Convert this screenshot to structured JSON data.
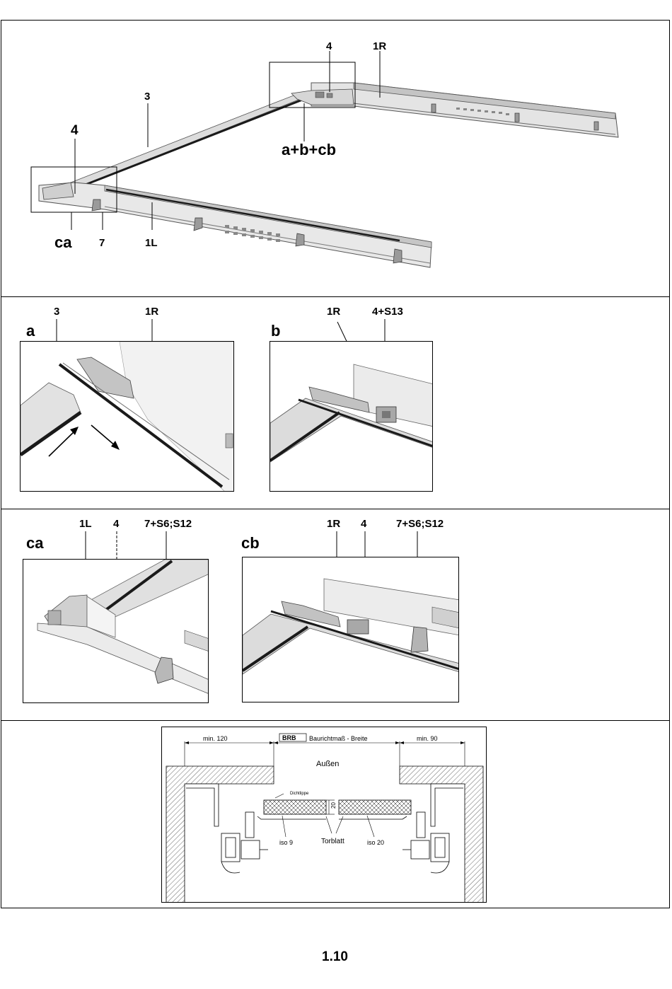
{
  "overview": {
    "label_4_top": "4",
    "label_1R": "1R",
    "label_3": "3",
    "label_4_left": "4",
    "label_abcb": "a+b+cb",
    "label_ca": "ca",
    "label_7": "7",
    "label_1L": "1L"
  },
  "detail_a": {
    "title": "a",
    "callout_3": "3",
    "callout_1R": "1R"
  },
  "detail_b": {
    "title": "b",
    "callout_1R": "1R",
    "callout_4S13": "4+S13"
  },
  "detail_ca": {
    "title": "ca",
    "callout_1L": "1L",
    "callout_4": "4",
    "callout_7": "7+S6;S12"
  },
  "detail_cb": {
    "title": "cb",
    "callout_1R": "1R",
    "callout_4": "4",
    "callout_7": "7+S6;S12"
  },
  "section": {
    "min_left": "min. 120",
    "brb": "BRB",
    "brb_text": "Baurichtmaß - Breite",
    "min_right": "min. 90",
    "aussen": "Außen",
    "dichtlippe": "Dichtlippe",
    "dim_20": "20",
    "iso9": "iso 9",
    "torblatt": "Torblatt",
    "iso20": "iso 20"
  },
  "page": {
    "number": "1.10"
  },
  "colors": {
    "line": "#000000",
    "rail_light": "#e6e6e6",
    "rail_mid": "#c8c8c8",
    "rail_dark": "#8a8a8a",
    "seal": "#1a1a1a"
  }
}
